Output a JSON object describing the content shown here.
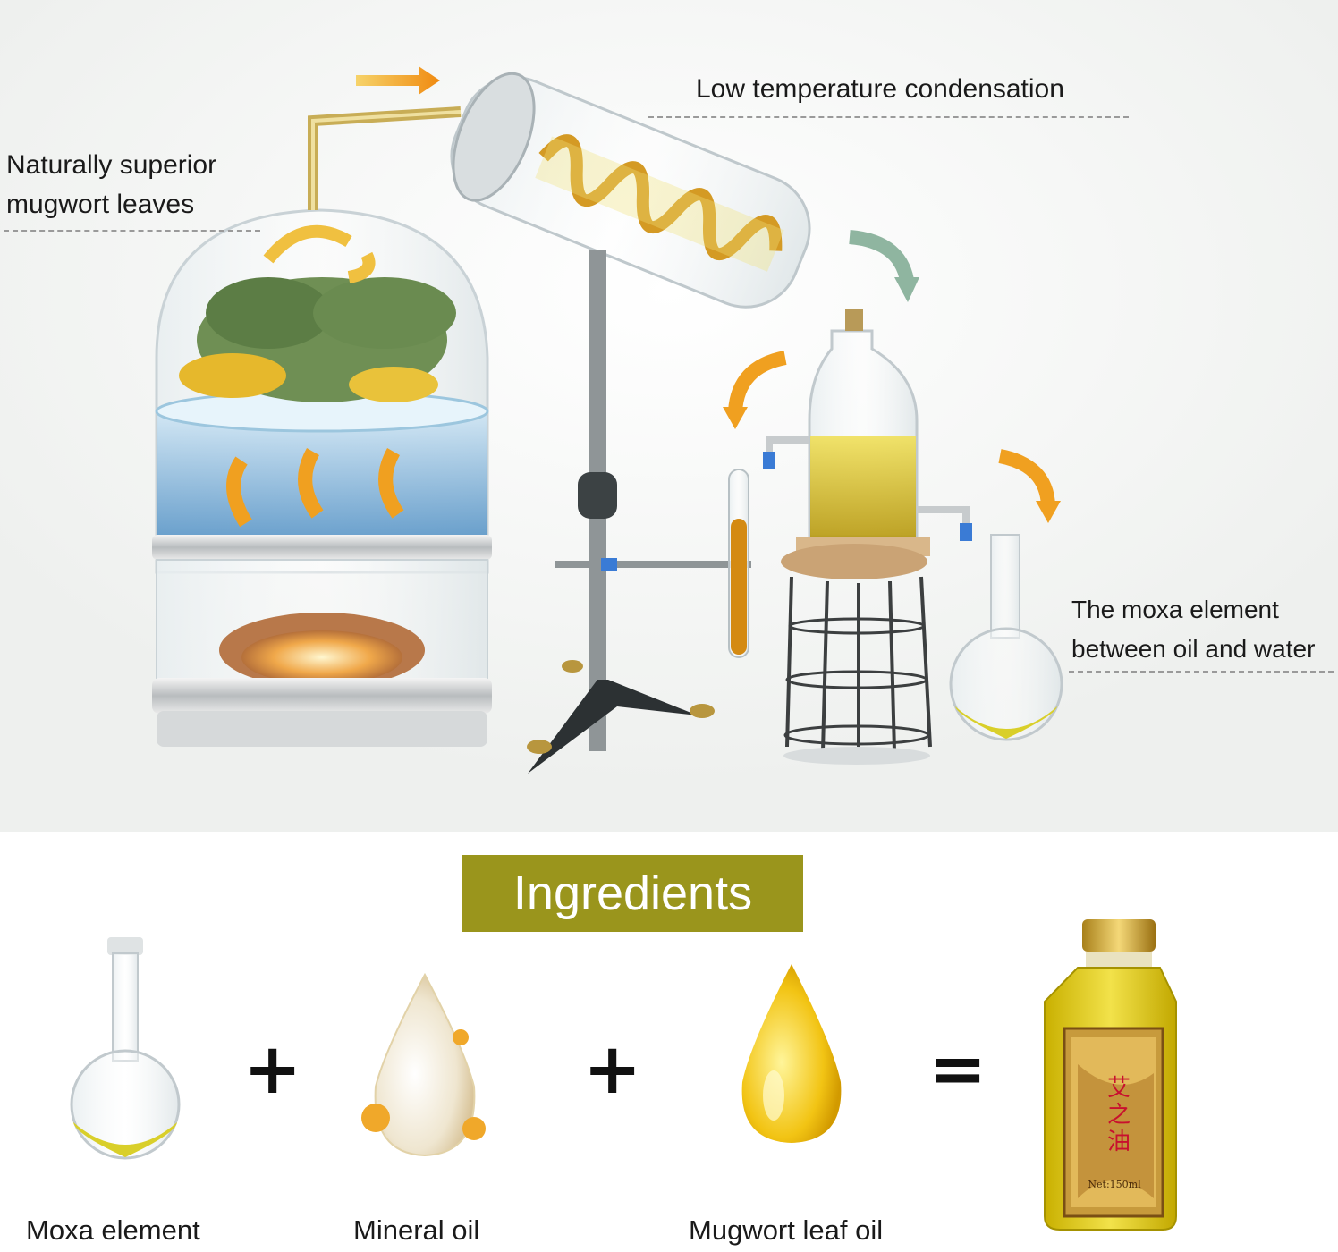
{
  "labels": {
    "condensation": "Low temperature condensation",
    "mugwort_line1": "Naturally superior",
    "mugwort_line2": "mugwort leaves",
    "moxa_line1": "The moxa element",
    "moxa_line2": "between oil and water"
  },
  "ingredients": {
    "title": "Ingredients",
    "items": [
      "Moxa element",
      "Mineral oil",
      "Mugwort leaf oil"
    ],
    "plus": "+",
    "equals": "="
  },
  "product": {
    "name": "艾之油",
    "net": "Net:150ml"
  },
  "colors": {
    "banner": "#9a951c",
    "oil": "#d8c21a",
    "arrow_orange": "#f0a020",
    "arrow_green": "#8fb5a0"
  }
}
